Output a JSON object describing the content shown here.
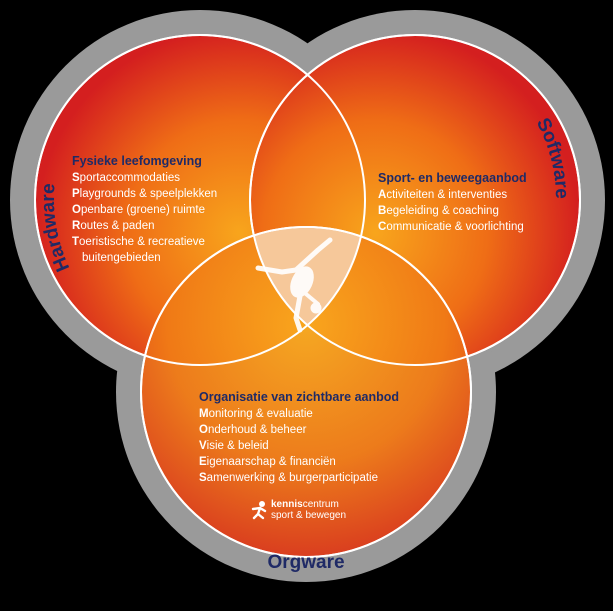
{
  "rings": {
    "hardware": "Hardware",
    "software": "Software",
    "orgware": "Orgware"
  },
  "blocks": {
    "fysiek": {
      "title": "Fysieke leefomgeving",
      "items": [
        {
          "initial": "S",
          "rest": "portaccommodaties"
        },
        {
          "initial": "P",
          "rest": "laygrounds & speelplekken"
        },
        {
          "initial": "O",
          "rest": "penbare (groene) ruimte"
        },
        {
          "initial": "R",
          "rest": "outes & paden"
        },
        {
          "initial": "T",
          "rest": "oeristische & recreatieve"
        },
        {
          "initial": "",
          "rest": "buitengebieden"
        }
      ]
    },
    "sport": {
      "title": "Sport- en beweegaanbod",
      "items": [
        {
          "initial": "A",
          "rest": "ctiviteiten & interventies"
        },
        {
          "initial": "B",
          "rest": "egeleiding & coaching"
        },
        {
          "initial": "C",
          "rest": "ommunicatie & voorlichting"
        }
      ]
    },
    "organisatie": {
      "title": "Organisatie van zichtbare aanbod",
      "items": [
        {
          "initial": "M",
          "rest": "onitoring & evaluatie"
        },
        {
          "initial": "O",
          "rest": "nderhoud & beheer"
        },
        {
          "initial": "V",
          "rest": "isie & beleid"
        },
        {
          "initial": "E",
          "rest": "igenaarschap & financiën"
        },
        {
          "initial": "S",
          "rest": "amenwerking & burgerparticipatie"
        }
      ]
    }
  },
  "logo": {
    "brand_bold": "kennis",
    "brand_rest": "centrum",
    "tagline": "sport & bewegen"
  },
  "colors": {
    "ring": "#9a9a9a",
    "circle_center": "#f7a11a",
    "circle_edge": "#d61f1f",
    "heading": "#1f2a66",
    "text": "#ffffff",
    "center_lens": "#f6c89a"
  }
}
